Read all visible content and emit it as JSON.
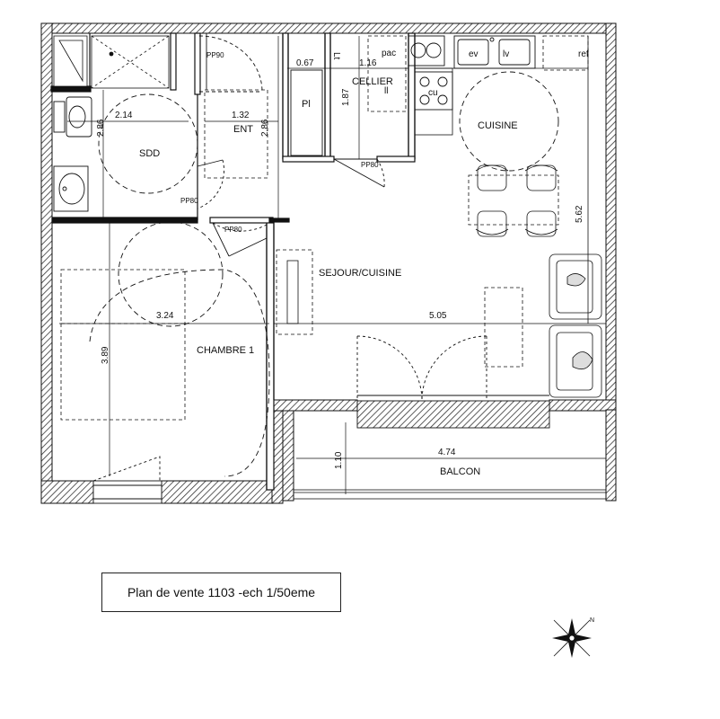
{
  "rooms": {
    "sdd": "SDD",
    "ent": "ENT",
    "cellier": "CELLIER",
    "cuisine": "CUISINE",
    "pl": "Pl",
    "sejour": "SEJOUR/CUISINE",
    "chambre": "CHAMBRE 1",
    "balcon": "BALCON"
  },
  "doors": {
    "pp90": "PP90",
    "pp80_ent": "PP80",
    "pp80_cellier": "PP80",
    "pp80_chambre": "PP80"
  },
  "appliances": {
    "pac": "pac",
    "cu": "cu",
    "ev": "ev",
    "lv": "lv",
    "ref": "ref",
    "ll": "ll",
    "lt": "Lt"
  },
  "dimensions": {
    "d_067": "0.67",
    "d_116": "1.16",
    "d_187": "1.87",
    "d_214": "2.14",
    "d_286_sdd": "2.86",
    "d_132": "1.32",
    "d_286_ent": "2.86",
    "d_562": "5.62",
    "d_324": "3.24",
    "d_505": "5.05",
    "d_389": "3.89",
    "d_110": "1.10",
    "d_474": "4.74"
  },
  "caption": "Plan de vente 1103 -ech 1/50eme",
  "compass": {
    "icon": "compass-rose-icon",
    "north_label": "N"
  }
}
